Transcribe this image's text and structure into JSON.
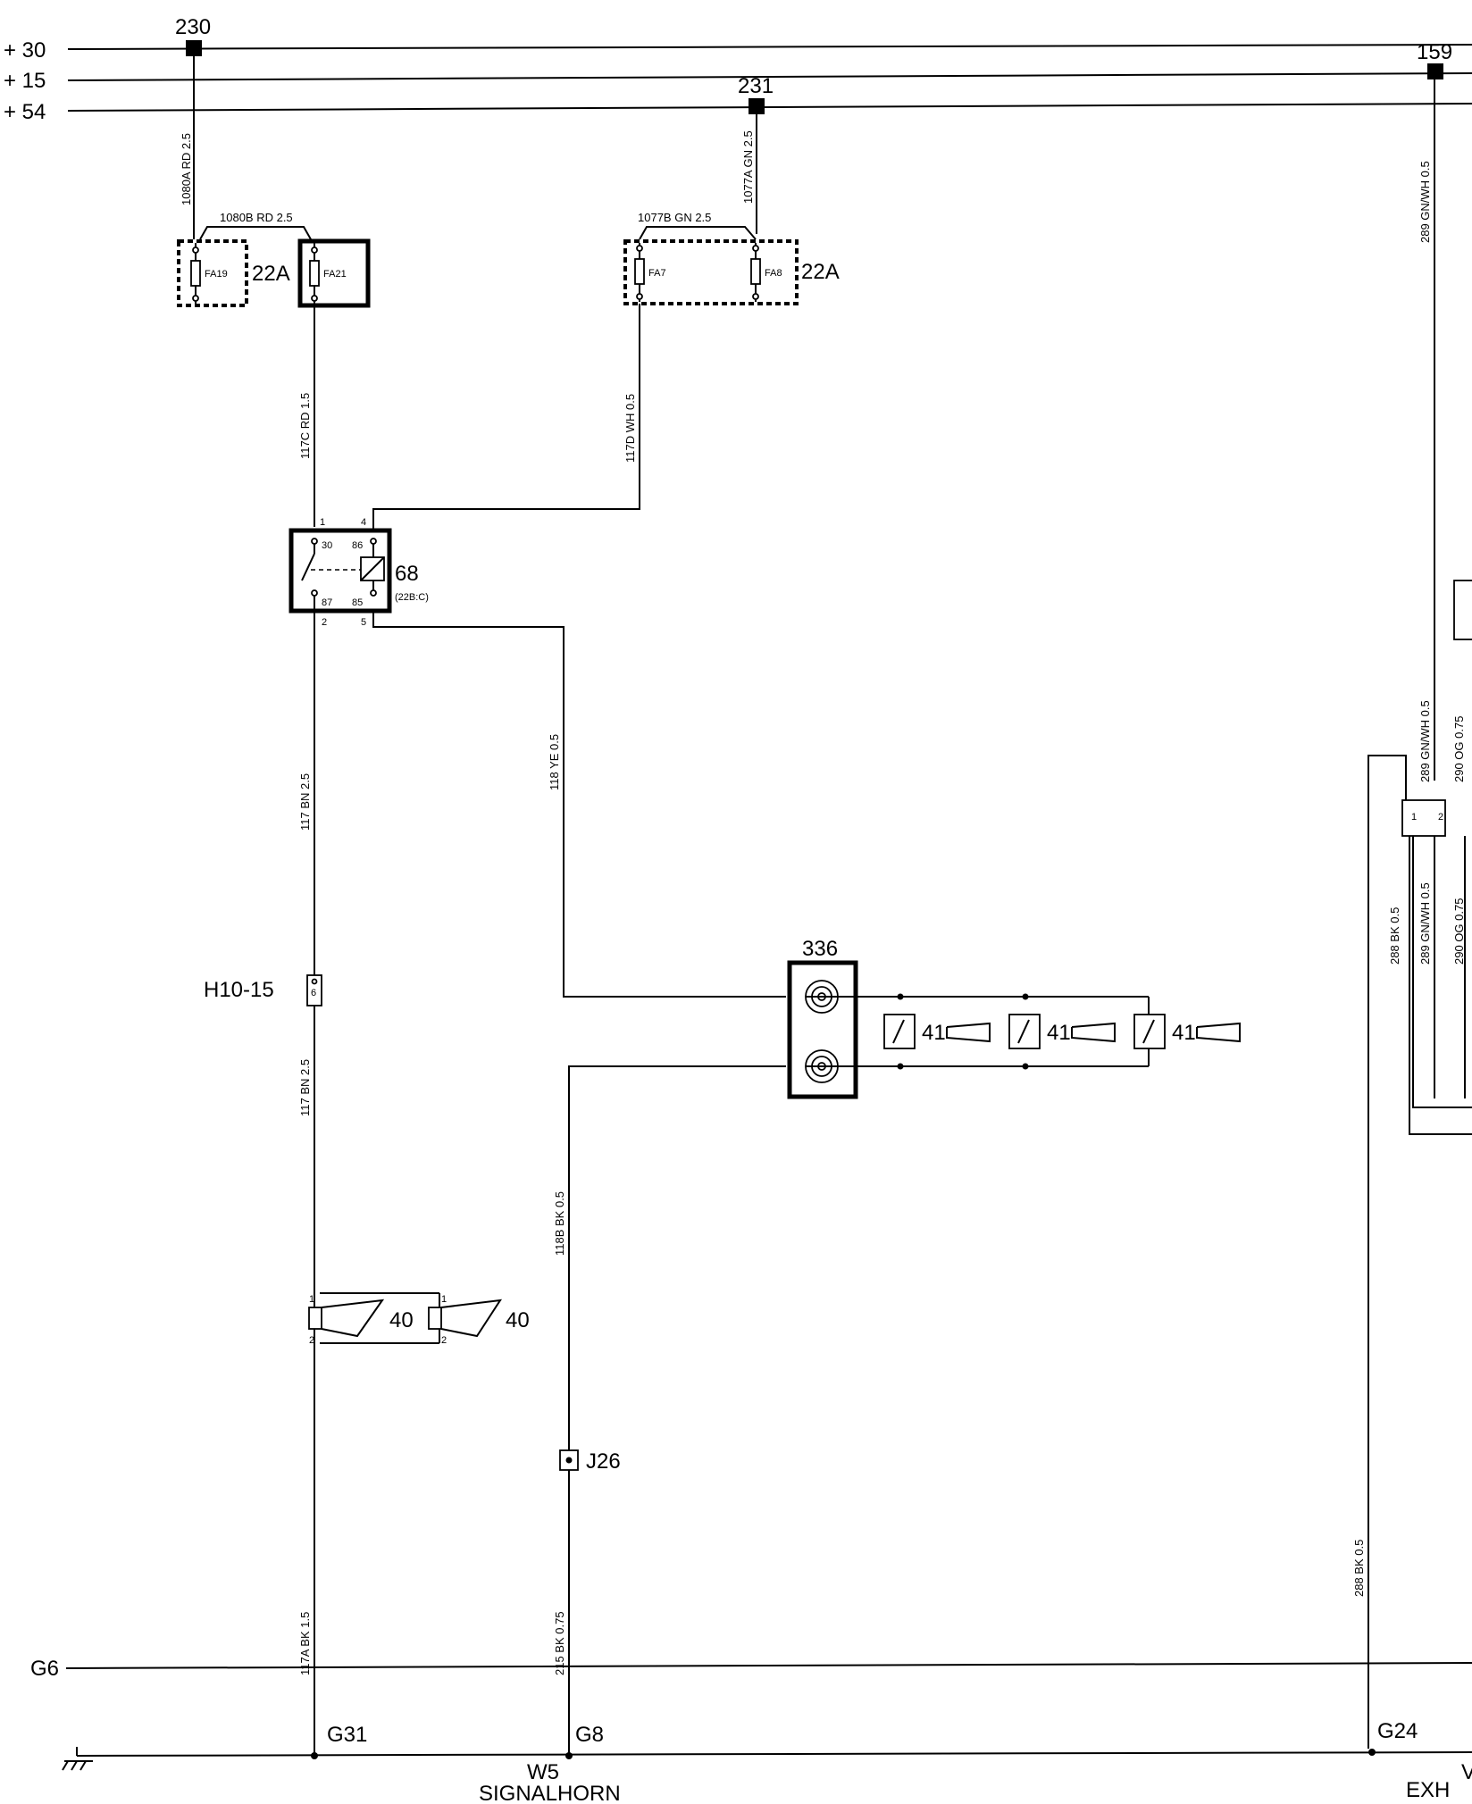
{
  "rails": {
    "r30": "+ 30",
    "r15": "+ 15",
    "r54": "+ 54",
    "g6": "G6"
  },
  "junctions": {
    "j230": "230",
    "j231": "231",
    "j159": "159"
  },
  "fuses": {
    "fa19": "FA19",
    "fa21": "FA21",
    "fa7": "FA7",
    "fa8": "FA8",
    "rating_left": "22A",
    "rating_right": "22A"
  },
  "wires": {
    "w1080a": "1080A RD 2.5",
    "w1080b": "1080B RD 2.5",
    "w1077a": "1077A GN 2.5",
    "w1077b": "1077B GN 2.5",
    "w117c": "117C RD 1.5",
    "w117d": "117D WH 0.5",
    "w117_upper": "117 BN 2.5",
    "w117_lower": "117 BN 2.5",
    "w118": "118 YE 0.5",
    "w118b": "118B BK 0.5",
    "w117a": "117A BK 1.5",
    "w215": "215 BK 0.75",
    "w289_top": "289 GN/WH 0.5",
    "w289_mid": "289 GN/WH 0.5",
    "w289_low": "289 GN/WH 0.5",
    "w290_mid": "290 OG 0.75",
    "w290_low": "290 OG 0.75",
    "w288_a": "288 BK 0.5",
    "w288_b": "288 BK 0.5"
  },
  "relay": {
    "id": "68",
    "sub": "(22B:C)",
    "pin1": "1",
    "pin2": "2",
    "pin4": "4",
    "pin5": "5",
    "t30": "30",
    "t86": "86",
    "t87": "87",
    "t85": "85"
  },
  "connector_h10": {
    "label": "H10-15",
    "pin": "6"
  },
  "horn_switch": {
    "id": "336"
  },
  "horn_buttons": {
    "id1": "41",
    "id2": "41",
    "id3": "41"
  },
  "horns": {
    "id1": "40",
    "id2": "40",
    "p1a": "1",
    "p2a": "2",
    "p1b": "1",
    "p2b": "2"
  },
  "junction_j26": "J26",
  "grounds": {
    "g31": "G31",
    "g8": "G8",
    "g24": "G24"
  },
  "right_connector": {
    "p1": "1",
    "p2": "2"
  },
  "footer": {
    "code": "W5",
    "name": "SIGNALHORN",
    "right_code": "V",
    "right_name": "EXH"
  }
}
